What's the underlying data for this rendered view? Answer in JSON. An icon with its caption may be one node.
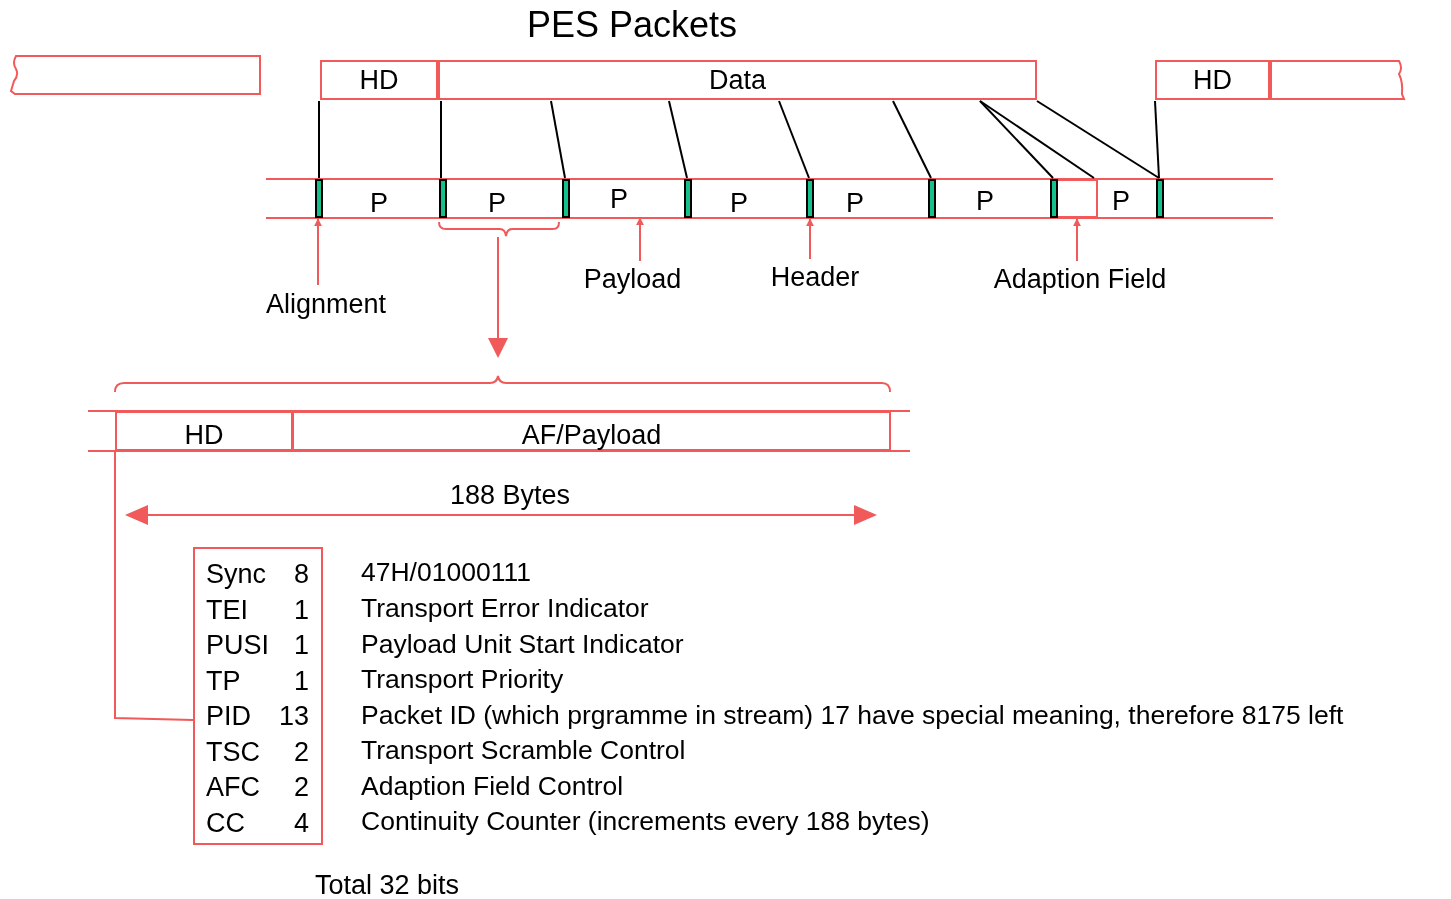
{
  "diagram": {
    "title": "PES Packets",
    "nodes": [
      {
        "text": [],
        "shape": "box"
      },
      {
        "text": [
          "HD"
        ]
      },
      {
        "text": [
          "Data"
        ]
      },
      {
        "text": [
          "HD"
        ]
      },
      {
        "text": [],
        "shape": "box"
      },
      {
        "text": [],
        "shape": "bar"
      },
      {
        "text": [],
        "shape": "bar"
      },
      {
        "text": [],
        "shape": "bar"
      },
      {
        "text": [],
        "shape": "bar"
      },
      {
        "text": [],
        "shape": "bar"
      },
      {
        "text": [],
        "shape": "bar"
      },
      {
        "text": [],
        "shape": "bar"
      },
      {
        "text": [],
        "shape": "bar"
      },
      {
        "text": [
          "Alignment"
        ]
      },
      {
        "text": [
          "Payload"
        ]
      },
      {
        "text": [
          "Header"
        ]
      },
      {
        "text": [
          "Adaption Field"
        ]
      },
      {
        "text": [
          "HD"
        ]
      },
      {
        "text": [
          "AF/Payload"
        ]
      },
      {
        "text": [
          "Sync",
          "8",
          "TEI",
          "1",
          "PUSI",
          "1",
          "TP",
          "1",
          "PID",
          "13",
          "TSC",
          "2",
          "AFC",
          "2",
          "CC",
          "4"
        ]
      },
      {
        "text": [],
        "shape": "box"
      },
      {
        "text": [
          "P"
        ]
      }
    ],
    "edges": [
      {
        "from": 1,
        "to": 5,
        "arrow": "none"
      },
      {
        "from": 2,
        "to": 6,
        "arrow": "none"
      },
      {
        "from": 2,
        "to": 7,
        "arrow": "none"
      },
      {
        "from": 2,
        "to": 8,
        "arrow": "none"
      },
      {
        "from": 2,
        "to": 9,
        "arrow": "none"
      },
      {
        "from": 2,
        "to": 10,
        "arrow": "none"
      },
      {
        "from": 2,
        "to": 11,
        "arrow": "none"
      },
      {
        "from": 2,
        "to": 20,
        "arrow": "none"
      },
      {
        "from": 2,
        "to": 12,
        "arrow": "none"
      },
      {
        "from": 3,
        "to": 12,
        "arrow": "none"
      },
      {
        "from": 13,
        "to": 5,
        "arrow": "to",
        "color": "#f05a5a"
      },
      {
        "from": 14,
        "to": 21,
        "arrow": "to",
        "color": "#f05a5a"
      },
      {
        "from": 15,
        "to": 9,
        "arrow": "to",
        "color": "#f05a5a"
      },
      {
        "from": 16,
        "to": 20,
        "arrow": "to",
        "color": "#f05a5a"
      },
      {
        "from": 17,
        "to": 19,
        "arrow": "none",
        "color": "#f05a5a"
      }
    ],
    "labels": [
      "P",
      "P",
      "P",
      "P",
      "P",
      "P",
      "188 Bytes",
      "47H/01000111",
      "Transport Error Indicator",
      "Payload Unit Start Indicator",
      "Transport Priority",
      "Packet ID (which prgramme in stream) 17 have special meaning, therefore 8175 left",
      "Transport Scramble Control",
      "Adaption Field Control",
      "Continuity Counter (increments every 188 bytes)",
      "Total 32 bits"
    ]
  }
}
